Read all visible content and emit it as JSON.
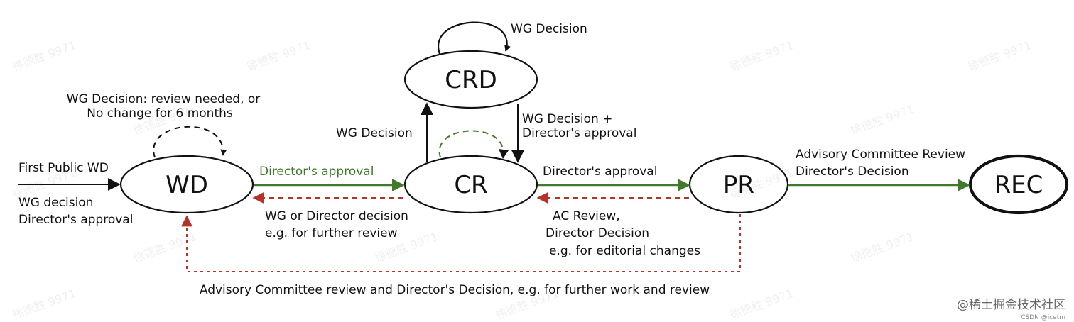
{
  "nodes": {
    "wd": "WD",
    "cr": "CR",
    "crd": "CRD",
    "pr": "PR",
    "rec": "REC"
  },
  "edges": {
    "first_public": "First Public WD",
    "wg_decision_line1": "WG decision",
    "wg_decision_line2": "Director's approval",
    "wd_loop_line1": "WG Decision: review needed, or",
    "wd_loop_line2": "No change for 6 months",
    "wd_to_cr": "Director's approval",
    "cr_to_wd_line1": "WG or Director decision",
    "cr_to_wd_line2": "e.g. for further review",
    "cr_to_crd": "WG Decision",
    "crd_loop": "WG Decision",
    "crd_to_cr_line1": "WG Decision +",
    "crd_to_cr_line2": "Director's approval",
    "cr_to_pr": "Director's approval",
    "pr_to_cr_line1": "AC Review,",
    "pr_to_cr_line2": "Director Decision",
    "pr_to_cr_line3": "e.g. for editorial changes",
    "pr_to_rec_line1": "Advisory Committee Review",
    "pr_to_rec_line2": "Director's Decision",
    "pr_to_wd": "Advisory Committee review and Director's Decision, e.g. for further work and review"
  },
  "watermark": {
    "brand": "@稀土掘金技术社区",
    "csdn": "CSDN @icetm",
    "tile": "徐德胜 9971"
  },
  "colors": {
    "black": "#111111",
    "green": "#3f7a2a",
    "red_dashed": "#b5332a"
  }
}
